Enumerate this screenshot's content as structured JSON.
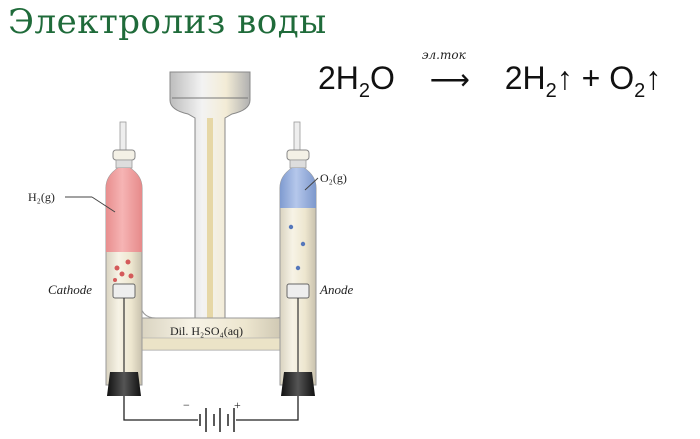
{
  "title": "Электролиз воды",
  "equation": {
    "reactant_coef": "2",
    "reactant": "H",
    "reactant_sub": "2",
    "reactant_tail": "O",
    "arrow_label": "эл.ток",
    "arrow": "⟶",
    "product1_coef": "2",
    "product1": "H",
    "product1_sub": "2",
    "product1_up": "↑",
    "plus": "+",
    "product2": "O",
    "product2_sub": "2",
    "product2_up": "↑"
  },
  "diagram": {
    "left_gas_label": "H₂(g)",
    "right_gas_label": "O₂(g)",
    "left_electrode_label": "Cathode",
    "right_electrode_label": "Anode",
    "electrolyte_label": "Dil. H₂SO₄(aq)",
    "battery_minus": "−",
    "battery_plus": "+",
    "colors": {
      "hydrogen_gas": "#f2a3a3",
      "oxygen_gas": "#9db4e0",
      "glass": "#ece6d4",
      "stopper": "#222222",
      "title": "#1f6b3a"
    }
  }
}
